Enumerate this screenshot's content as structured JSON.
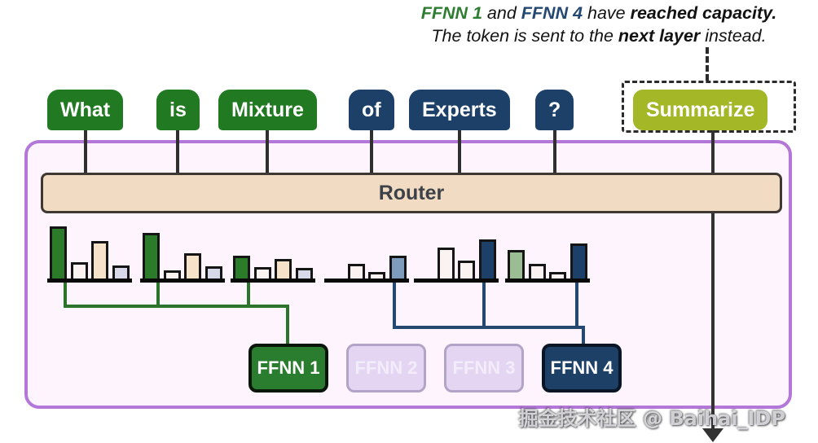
{
  "header": {
    "line1": [
      {
        "text": "FFNN 1",
        "style": "green"
      },
      {
        "text": " and ",
        "style": "plain"
      },
      {
        "text": "FFNN 4",
        "style": "navy"
      },
      {
        "text": " have ",
        "style": "plain"
      },
      {
        "text": "reached capacity.",
        "style": "bold"
      }
    ],
    "line2": [
      {
        "text": "The token is sent to the ",
        "style": "plain"
      },
      {
        "text": "next layer",
        "style": "bold"
      },
      {
        "text": " instead.",
        "style": "plain"
      }
    ]
  },
  "tokens": [
    {
      "label": "What",
      "color": "green"
    },
    {
      "label": "is",
      "color": "green"
    },
    {
      "label": "Mixture",
      "color": "green"
    },
    {
      "label": "of",
      "color": "navy"
    },
    {
      "label": "Experts",
      "color": "navy"
    },
    {
      "label": "?",
      "color": "navy"
    },
    {
      "label": "Summarize",
      "color": "olive",
      "highlighted": true,
      "bypasses_layer": true
    }
  ],
  "router": {
    "label": "Router"
  },
  "chart_data": {
    "type": "bar",
    "title": "Router expert-score distribution per token (4 bars = FFNN 1..4)",
    "charts": [
      {
        "token": "What",
        "routed_to": "FFNN 1",
        "bars": [
          {
            "expert": "FFNN 1",
            "h": 64,
            "color": "green"
          },
          {
            "expert": "FFNN 2",
            "h": 20,
            "color": "blank"
          },
          {
            "expert": "FFNN 3",
            "h": 46,
            "color": "cream"
          },
          {
            "expert": "FFNN 4",
            "h": 16,
            "color": "lavender"
          }
        ]
      },
      {
        "token": "is",
        "routed_to": "FFNN 1",
        "bars": [
          {
            "expert": "FFNN 1",
            "h": 56,
            "color": "green"
          },
          {
            "expert": "FFNN 2",
            "h": 10,
            "color": "blank"
          },
          {
            "expert": "FFNN 3",
            "h": 31,
            "color": "cream"
          },
          {
            "expert": "FFNN 4",
            "h": 15,
            "color": "lavender"
          }
        ]
      },
      {
        "token": "Mixture",
        "routed_to": "FFNN 1",
        "bars": [
          {
            "expert": "FFNN 1",
            "h": 28,
            "color": "green"
          },
          {
            "expert": "FFNN 2",
            "h": 14,
            "color": "blank"
          },
          {
            "expert": "FFNN 3",
            "h": 24,
            "color": "cream"
          },
          {
            "expert": "FFNN 4",
            "h": 13,
            "color": "lavender"
          }
        ]
      },
      {
        "token": "of",
        "routed_to": "FFNN 4",
        "bars": [
          {
            "expert": "FFNN 1",
            "h": 0,
            "color": "none"
          },
          {
            "expert": "FFNN 2",
            "h": 18,
            "color": "blank"
          },
          {
            "expert": "FFNN 3",
            "h": 8,
            "color": "blank"
          },
          {
            "expert": "FFNN 4",
            "h": 28,
            "color": "steel"
          }
        ]
      },
      {
        "token": "Experts",
        "routed_to": "FFNN 4",
        "bars": [
          {
            "expert": "FFNN 1",
            "h": 0,
            "color": "none"
          },
          {
            "expert": "FFNN 2",
            "h": 38,
            "color": "blank"
          },
          {
            "expert": "FFNN 3",
            "h": 22,
            "color": "blank"
          },
          {
            "expert": "FFNN 4",
            "h": 48,
            "color": "navy"
          }
        ]
      },
      {
        "token": "?",
        "routed_to": "FFNN 4",
        "bars": [
          {
            "expert": "FFNN 1",
            "h": 35,
            "color": "sage"
          },
          {
            "expert": "FFNN 2",
            "h": 18,
            "color": "blank"
          },
          {
            "expert": "FFNN 3",
            "h": 8,
            "color": "blank"
          },
          {
            "expert": "FFNN 4",
            "h": 43,
            "color": "navy"
          }
        ]
      }
    ]
  },
  "ffnn": [
    {
      "label": "FFNN 1",
      "state": "green"
    },
    {
      "label": "FFNN 2",
      "state": "faded"
    },
    {
      "label": "FFNN 3",
      "state": "faded"
    },
    {
      "label": "FFNN 4",
      "state": "navy"
    }
  ],
  "watermark": "掘金技术社区 @ Baihai_IDP",
  "colors": {
    "token_green": "#217a21",
    "token_navy": "#1d4068",
    "token_olive": "#a3b727",
    "container_border": "#b277d8",
    "container_fill": "#fdf4fd",
    "router_fill": "#f1dbc2",
    "router_border": "#3f3832",
    "bar_green": "#2b7b2b",
    "bar_cream": "#f6e2c8",
    "bar_blank": "#faf3f1",
    "bar_lavender": "#d7d9e9",
    "bar_steel": "#7e9dbe",
    "bar_navy": "#1d4068",
    "bar_sage": "#9cbd93",
    "line_green": "#2c742c",
    "line_blue": "#24486f",
    "line_dark": "#323232",
    "ffnn_green": "#2a7c2e",
    "ffnn_navy": "#1d4066",
    "ffnn_faded": "#e4d6f2"
  }
}
